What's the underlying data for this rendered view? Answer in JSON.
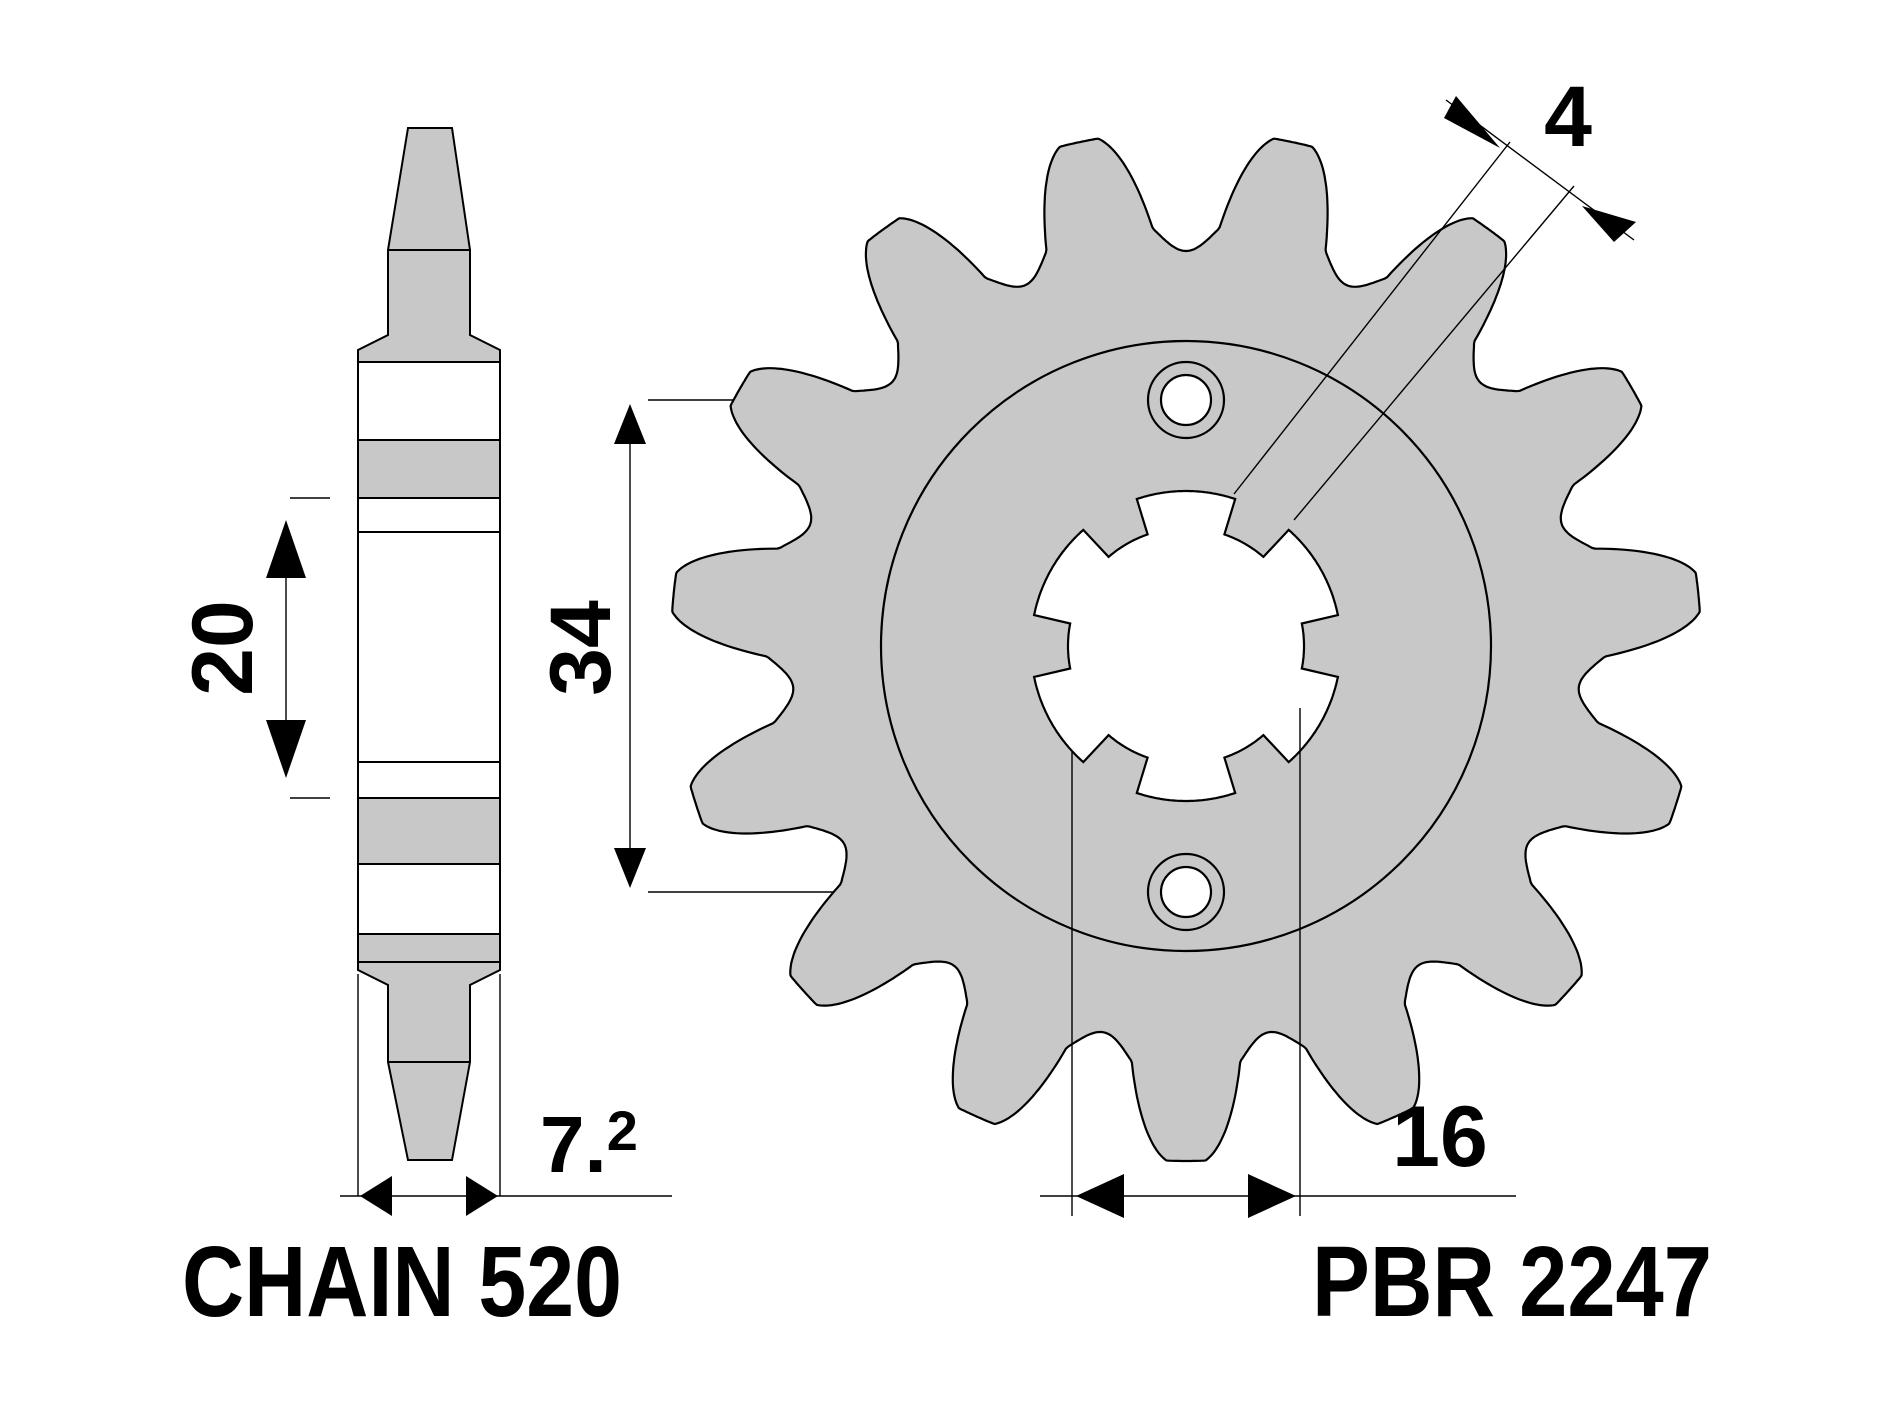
{
  "dimensions": {
    "tooth_width": "4",
    "hub_height": "20",
    "bolt_spacing": "34",
    "hub_thickness_main": "7.",
    "hub_thickness_sup": "2",
    "spline_width": "16"
  },
  "labels": {
    "chain": "CHAIN 520",
    "part_number": "PBR 2247"
  },
  "colors": {
    "fill": "#c8c8c8",
    "line": "#000000",
    "background": "#ffffff"
  }
}
